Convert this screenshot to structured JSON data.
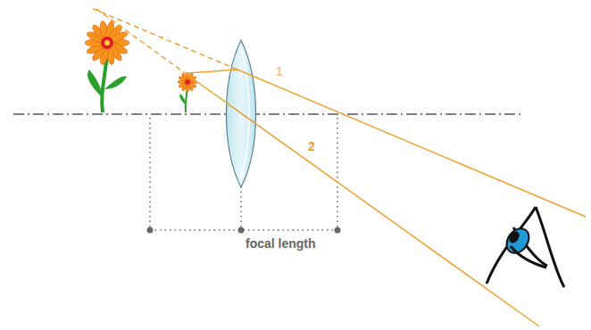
{
  "diagram": {
    "labels": [
      "1",
      "2",
      "focal length"
    ]
  }
}
